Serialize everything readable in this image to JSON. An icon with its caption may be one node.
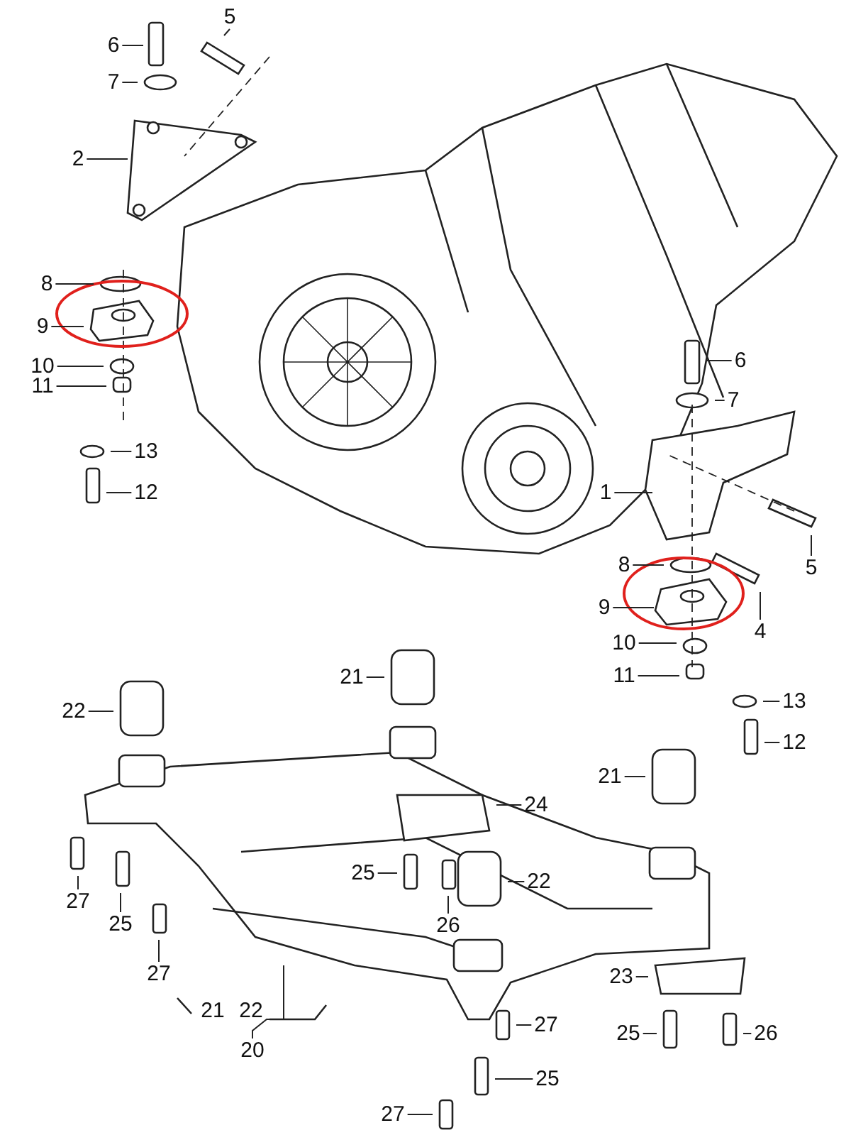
{
  "diagram": {
    "nodes": [
      {
        "text": [
          "5"
        ]
      },
      {
        "text": [
          "6"
        ]
      },
      {
        "text": [
          "7"
        ]
      },
      {
        "text": [
          "2"
        ]
      },
      {
        "text": [
          "8"
        ]
      },
      {
        "text": [
          "9"
        ]
      },
      {
        "text": [
          "10"
        ]
      },
      {
        "text": [
          "11"
        ]
      },
      {
        "text": [
          "13"
        ]
      },
      {
        "text": [
          "12"
        ]
      },
      {
        "text": [
          "6"
        ]
      },
      {
        "text": [
          "7"
        ]
      },
      {
        "text": [
          "1"
        ]
      },
      {
        "text": [
          "5"
        ]
      },
      {
        "text": [
          "8"
        ]
      },
      {
        "text": [
          "9"
        ]
      },
      {
        "text": [
          "4"
        ]
      },
      {
        "text": [
          "10"
        ]
      },
      {
        "text": [
          "11"
        ]
      },
      {
        "text": [
          "13"
        ]
      },
      {
        "text": [
          "12"
        ]
      },
      {
        "text": [
          "21"
        ]
      },
      {
        "text": [
          "22"
        ]
      },
      {
        "text": [
          "21"
        ]
      },
      {
        "text": [
          "24"
        ]
      },
      {
        "text": [
          "25"
        ]
      },
      {
        "text": [
          "22"
        ]
      },
      {
        "text": [
          "27"
        ]
      },
      {
        "text": [
          "25"
        ]
      },
      {
        "text": [
          "26"
        ]
      },
      {
        "text": [
          "27"
        ]
      },
      {
        "text": [
          "23"
        ]
      },
      {
        "text": [
          "20"
        ]
      },
      {
        "text": [
          "27"
        ]
      },
      {
        "text": [
          "25"
        ]
      },
      {
        "text": [
          "26"
        ]
      },
      {
        "text": [
          "25"
        ]
      },
      {
        "text": [
          "27"
        ]
      }
    ],
    "edges": [
      {
        "from": 0,
        "to": null,
        "arrow": "none"
      },
      {
        "from": 1,
        "to": null,
        "arrow": "none"
      },
      {
        "from": 2,
        "to": null,
        "arrow": "none"
      },
      {
        "from": 3,
        "to": null,
        "arrow": "none"
      },
      {
        "from": 4,
        "to": null,
        "arrow": "none"
      },
      {
        "from": 5,
        "to": null,
        "arrow": "none"
      },
      {
        "from": 6,
        "to": null,
        "arrow": "none"
      },
      {
        "from": 7,
        "to": null,
        "arrow": "none"
      },
      {
        "from": 8,
        "to": null,
        "arrow": "none"
      },
      {
        "from": 9,
        "to": null,
        "arrow": "none"
      },
      {
        "from": 10,
        "to": null,
        "arrow": "none"
      },
      {
        "from": 11,
        "to": null,
        "arrow": "none"
      },
      {
        "from": 12,
        "to": null,
        "arrow": "none"
      },
      {
        "from": 13,
        "to": null,
        "arrow": "none"
      },
      {
        "from": 14,
        "to": null,
        "arrow": "none"
      },
      {
        "from": 15,
        "to": null,
        "arrow": "none"
      },
      {
        "from": 16,
        "to": null,
        "arrow": "none"
      },
      {
        "from": 17,
        "to": null,
        "arrow": "none"
      },
      {
        "from": 18,
        "to": null,
        "arrow": "none"
      },
      {
        "from": 19,
        "to": null,
        "arrow": "none"
      },
      {
        "from": 20,
        "to": null,
        "arrow": "none"
      },
      {
        "from": 21,
        "to": null,
        "arrow": "none"
      },
      {
        "from": 22,
        "to": null,
        "arrow": "none"
      },
      {
        "from": 23,
        "to": null,
        "arrow": "none"
      },
      {
        "from": 24,
        "to": null,
        "arrow": "none"
      },
      {
        "from": 25,
        "to": null,
        "arrow": "none"
      },
      {
        "from": 26,
        "to": null,
        "arrow": "none"
      },
      {
        "from": 27,
        "to": null,
        "arrow": "none"
      },
      {
        "from": 28,
        "to": null,
        "arrow": "none"
      },
      {
        "from": 29,
        "to": null,
        "arrow": "none"
      },
      {
        "from": 30,
        "to": null,
        "arrow": "none"
      },
      {
        "from": 31,
        "to": null,
        "arrow": "none"
      },
      {
        "from": 32,
        "to": null,
        "arrow": "none"
      },
      {
        "from": 33,
        "to": null,
        "arrow": "none"
      },
      {
        "from": 34,
        "to": null,
        "arrow": "none"
      },
      {
        "from": 35,
        "to": null,
        "arrow": "none"
      },
      {
        "from": 36,
        "to": null,
        "arrow": "none"
      },
      {
        "from": 37,
        "to": null,
        "arrow": "none"
      }
    ],
    "labels": [
      "21",
      "22"
    ]
  }
}
